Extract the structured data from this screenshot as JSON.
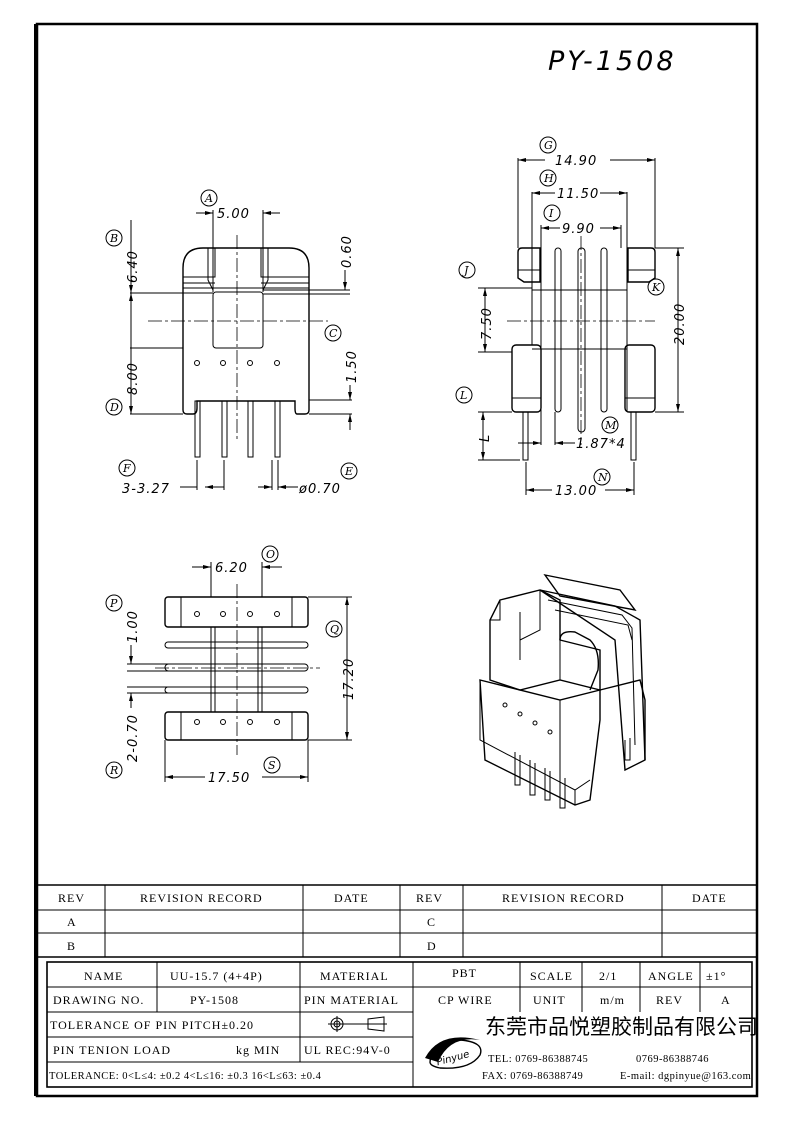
{
  "title": "PY-1508",
  "labels": {
    "A": "A",
    "B": "B",
    "C": "C",
    "D": "D",
    "E": "E",
    "F": "F",
    "G": "G",
    "H": "H",
    "I": "I",
    "J": "J",
    "K": "K",
    "L": "L",
    "M": "M",
    "N": "N",
    "O": "O",
    "P": "P",
    "Q": "Q",
    "R": "R",
    "S": "S"
  },
  "dims": {
    "a": "5.00",
    "b": "6.40",
    "c": "1.50",
    "c2": "0.60",
    "d": "8.00",
    "e": "ø0.70",
    "f": "3-3.27",
    "g": "14.90",
    "h": "11.50",
    "i": "9.90",
    "j": "7.50",
    "k": "20.00",
    "l": "L",
    "m": "1.87*4",
    "n": "13.00",
    "o": "6.20",
    "p": "1.00",
    "q": "17.20",
    "r": "2-0.70",
    "s": "17.50"
  },
  "revision_table": {
    "headers": [
      "REV",
      "REVISION RECORD",
      "DATE",
      "REV",
      "REVISION RECORD",
      "DATE"
    ],
    "rows": [
      [
        "A",
        "",
        "",
        "C",
        "",
        ""
      ],
      [
        "B",
        "",
        "",
        "D",
        "",
        ""
      ]
    ]
  },
  "title_block": {
    "name_label": "NAME",
    "name": "UU-15.7 (4+4P)",
    "material_label": "MATERIAL",
    "material": "PBT",
    "scale_label": "SCALE",
    "scale": "2/1",
    "angle_label": "ANGLE",
    "angle": "±1°",
    "drawing_no_label": "DRAWING NO.",
    "drawing_no": "PY-1508",
    "pin_material_label": "PIN MATERIAL",
    "pin_material": "CP WIRE",
    "unit_label": "UNIT",
    "unit": "m/m",
    "rev_label": "REV",
    "rev": "A",
    "pin_pitch_tol": "TOLERANCE OF PIN PITCH±0.20",
    "pin_tension": "PIN TENION LOAD",
    "pin_tension_unit": "kg MIN",
    "ul": "UL REC:94V-0",
    "tolerance": "TOLERANCE: 0<L≤4: ±0.2   4<L≤16: ±0.3   16<L≤63: ±0.4",
    "company": "东莞市品悦塑胶制品有限公司",
    "logo": "Pinyue",
    "tel": "TEL: 0769-86388745",
    "tel2": "0769-86388746",
    "fax": "FAX: 0769-86388749",
    "email": "E-mail: dgpinyue@163.com"
  }
}
